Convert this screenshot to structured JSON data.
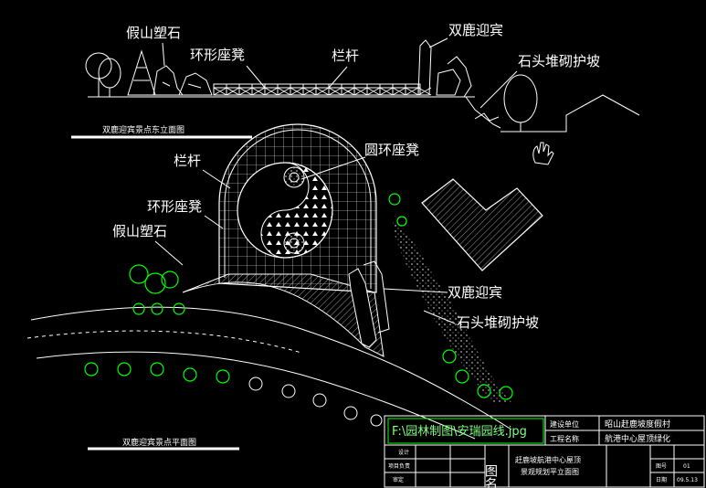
{
  "elevation": {
    "labels": {
      "rockery": "假山塑石",
      "ring_bench": "环形座凳",
      "railing": "栏杆",
      "deer": "双鹿迎宾",
      "stone_slope": "石头堆砌护坡"
    },
    "caption": "双鹿迎宾景点东立面图"
  },
  "plan": {
    "labels": {
      "circle_bench": "圆环座凳",
      "railing": "栏杆",
      "ring_bench": "环形座凳",
      "rockery": "假山塑石",
      "deer": "双鹿迎宾",
      "stone_slope": "石头堆砌护坡"
    },
    "caption": "双鹿迎宾景点平面图"
  },
  "file_path": "F:\\园林制图\\安瑞园线.jpg",
  "title_block": {
    "build_unit_label": "建设单位",
    "build_unit_value": "昭山赶鹿坡度假村",
    "project_name_label": "工程名称",
    "project_name_value": "航港中心屋顶绿化",
    "design_label": "设计",
    "lead_label": "项目负责",
    "review_label": "审定",
    "drawing_name_label": "图名",
    "drawing_name_line1": "赶鹿坡航港中心屋顶",
    "drawing_name_line2": "景观规划平立面图",
    "sheet_label": "图号",
    "sheet_value": "01",
    "date_label": "日期",
    "date_value": "09.5.13"
  }
}
